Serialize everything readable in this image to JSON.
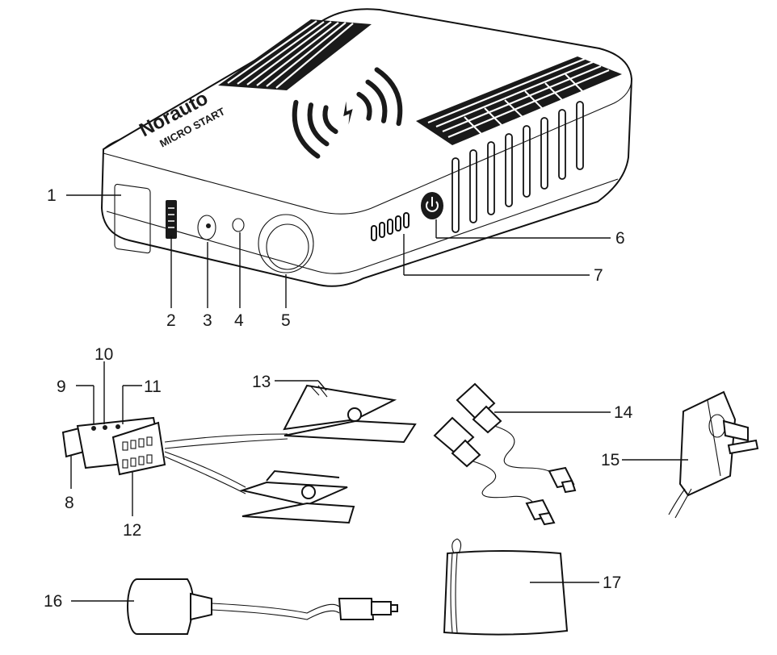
{
  "brand": {
    "name": "Norauto",
    "product": "MICRO START"
  },
  "labels": [
    "1",
    "2",
    "3",
    "4",
    "5",
    "6",
    "7",
    "8",
    "9",
    "10",
    "11",
    "12",
    "13",
    "14",
    "15",
    "16",
    "17"
  ]
}
